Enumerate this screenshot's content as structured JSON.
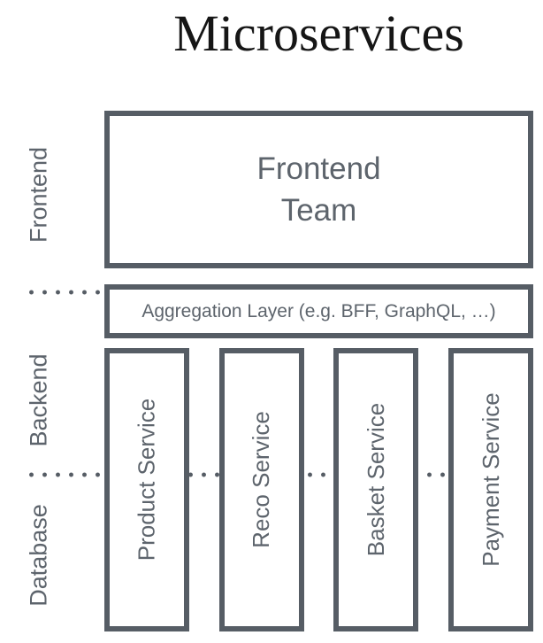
{
  "title": "Microservices",
  "layers": [
    "Frontend",
    "Backend",
    "Database"
  ],
  "frontend_team": {
    "line1": "Frontend",
    "line2": "Team"
  },
  "aggregation_label": "Aggregation Layer (e.g. BFF, GraphQL, …)",
  "services": [
    "Product Service",
    "Reco Service",
    "Basket Service",
    "Payment Service"
  ],
  "colors": {
    "box_border": "#565d65",
    "box_text": "#5d646c",
    "title_text": "#161616",
    "dot": "#565d65",
    "background": "#ffffff"
  }
}
